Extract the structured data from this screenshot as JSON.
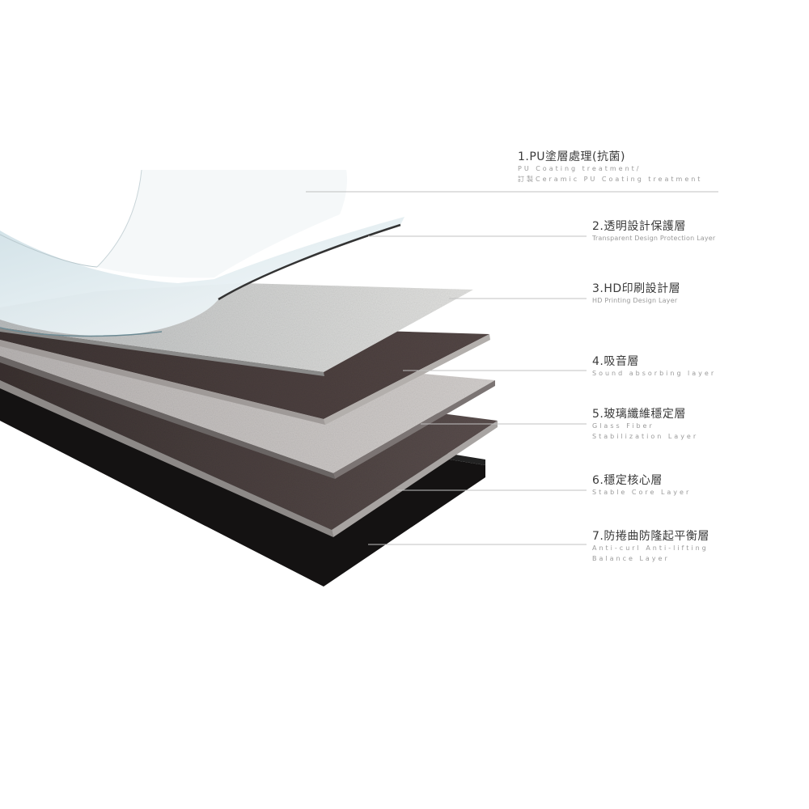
{
  "layers": [
    {
      "title": "1.PU塗層處理(抗菌)",
      "sub": [
        "PU Coating treatment/",
        "訂製Ceramic PU Coating treatment"
      ]
    },
    {
      "title": "2.透明設計保護層",
      "sub": [
        "Transparent Design Protection Layer"
      ]
    },
    {
      "title": "3.HD印刷設計層",
      "sub": [
        "HD Printing Design Layer"
      ]
    },
    {
      "title": "4.吸音層",
      "sub": [
        "Sound absorbing layer"
      ]
    },
    {
      "title": "5.玻璃纖維穩定層",
      "sub": [
        "Glass Fiber",
        "Stabilization Layer"
      ]
    },
    {
      "title": "6.穩定核心層",
      "sub": [
        "Stable Core Layer"
      ]
    },
    {
      "title": "7.防捲曲防隆起平衡層",
      "sub": [
        "Anti-curl Anti-lifting",
        "Balance Layer"
      ]
    }
  ]
}
